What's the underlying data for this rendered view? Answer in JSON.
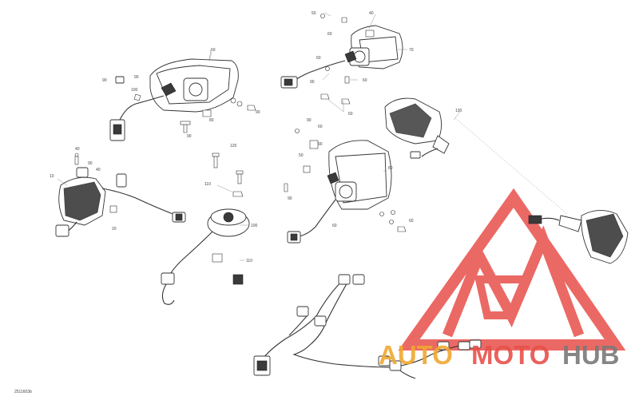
{
  "diagram": {
    "drawing_code": "2511603b",
    "colors": {
      "line": "#333333",
      "watermark_red": "#e8504a",
      "watermark_orange": "#f0a830",
      "watermark_grey": "#7a7a7a"
    }
  },
  "labels": {
    "l50a": "50",
    "l40": "40",
    "l60a": "60",
    "l60b": "60",
    "l70": "70",
    "l60c": "60",
    "l90a": "90",
    "l90b": "90",
    "l100a": "100",
    "l60d": "60",
    "l90c": "90",
    "l90d": "90",
    "l80": "80",
    "l60e": "60",
    "l60f": "60",
    "l90e": "90",
    "l90f": "90",
    "l90g": "90",
    "l80b": "80",
    "l90h": "90",
    "l40b": "40",
    "l90i": "90",
    "l50b": "50",
    "l40c": "40",
    "l10": "10",
    "l20": "20",
    "l60g": "60",
    "l60h": "60",
    "l120": "120",
    "l110a": "110",
    "l100b": "100",
    "l110b": "110",
    "l130": "130"
  },
  "watermark": {
    "auto": "AUTO",
    "moto": "MOTO",
    "hub": "HUB",
    "logo_name": "automotohub-triangle-logo"
  }
}
